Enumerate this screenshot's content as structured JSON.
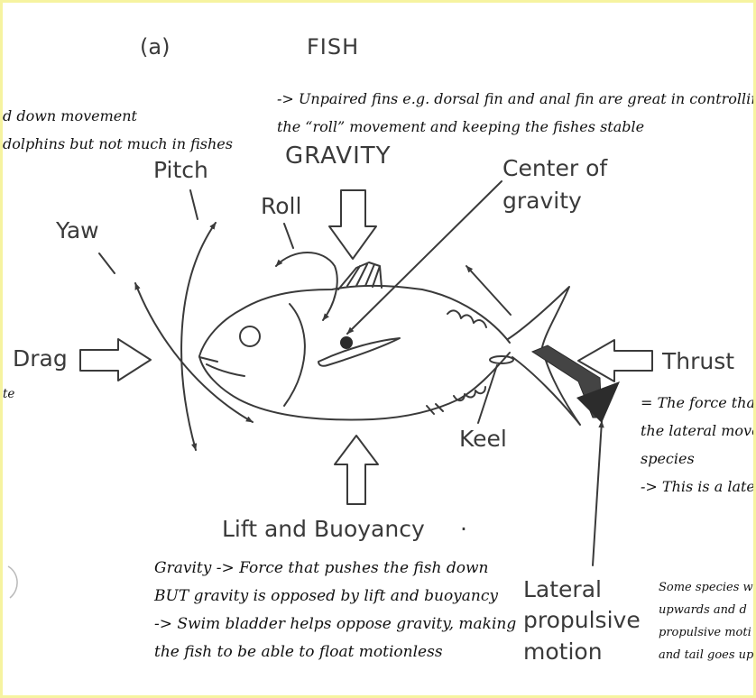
{
  "figure": {
    "panel_label": "(a)",
    "heading": "FISH"
  },
  "printed_labels": {
    "pitch": "Pitch",
    "yaw": "Yaw",
    "roll": "Roll",
    "gravity": "GRAVITY",
    "center_of_gravity_line1": "Center of",
    "center_of_gravity_line2": "gravity",
    "drag": "Drag",
    "thrust": "Thrust",
    "keel": "Keel",
    "lift_buoyancy": "Lift and Buoyancy",
    "lift_buoyancy_dot": "·",
    "lateral_line1": "Lateral",
    "lateral_line2": "propulsive",
    "lateral_line3": "motion"
  },
  "handwritten_notes": {
    "fins_note": [
      "-> Unpaired fins e.g. dorsal fin and anal fin are great in controlling",
      "the “roll” movement and keeping the fishes stable"
    ],
    "pitch_note": [
      "d down movement",
      "dolphins but not much in fishes"
    ],
    "left_fragment": "te",
    "thrust_note": [
      "= The force that",
      "the lateral move",
      "species",
      "-> This is a late"
    ],
    "gravity_note": [
      "Gravity -> Force that pushes the fish down",
      "BUT gravity is opposed by lift and buoyancy",
      "-> Swim bladder helps oppose gravity, making",
      "the fish to be able to float motionless"
    ],
    "species_note": [
      "Some species we",
      "upwards and d",
      "propulsive moti",
      "and tail goes up"
    ]
  },
  "colors": {
    "page_border": "#f6f3a0",
    "ink": "#3a3a3a",
    "handwriting": "#111111",
    "propulsion_arrow": "#444444"
  }
}
